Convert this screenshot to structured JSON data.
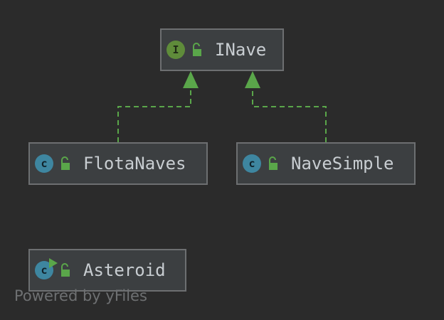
{
  "diagram": {
    "nodes": [
      {
        "id": "INave",
        "kind": "interface",
        "badge_letter": "I",
        "label": "INave",
        "visibility": "public",
        "icon": "interface-icon"
      },
      {
        "id": "FlotaNaves",
        "kind": "class",
        "badge_letter": "c",
        "label": "FlotaNaves",
        "visibility": "public",
        "icon": "class-icon"
      },
      {
        "id": "NaveSimple",
        "kind": "class",
        "badge_letter": "c",
        "label": "NaveSimple",
        "visibility": "public",
        "icon": "class-icon"
      },
      {
        "id": "Asteroid",
        "kind": "runnable-class",
        "badge_letter": "c",
        "label": "Asteroid",
        "visibility": "public",
        "icon": "runnable-class-icon"
      }
    ],
    "edges": [
      {
        "from": "FlotaNaves",
        "to": "INave",
        "type": "implements",
        "style": "dashed"
      },
      {
        "from": "NaveSimple",
        "to": "INave",
        "type": "implements",
        "style": "dashed"
      }
    ]
  },
  "watermark": "Powered by yFiles",
  "colors": {
    "background": "#2b2b2b",
    "node_fill": "#3c3f41",
    "node_border": "#6d6f71",
    "edge": "#5aa64a",
    "interface_badge": "#5f8c3a",
    "class_badge": "#3e86a0",
    "text": "#c8cdd1"
  }
}
